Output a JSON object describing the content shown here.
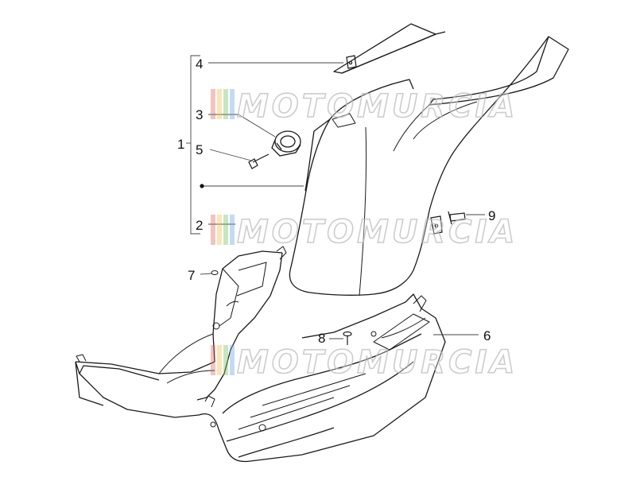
{
  "callouts": {
    "c1": "1",
    "c2": "2",
    "c3": "3",
    "c4": "4",
    "c5": "5",
    "c6": "6",
    "c7": "7",
    "c8": "8",
    "c9": "9"
  },
  "watermark": {
    "text": "MOTOMURCIA",
    "logo_colors": [
      "#e26b6b",
      "#f3c14b",
      "#7cc36b",
      "#6fa8dc"
    ]
  },
  "colors": {
    "line": "#1a1a1a",
    "leader": "#555555"
  }
}
